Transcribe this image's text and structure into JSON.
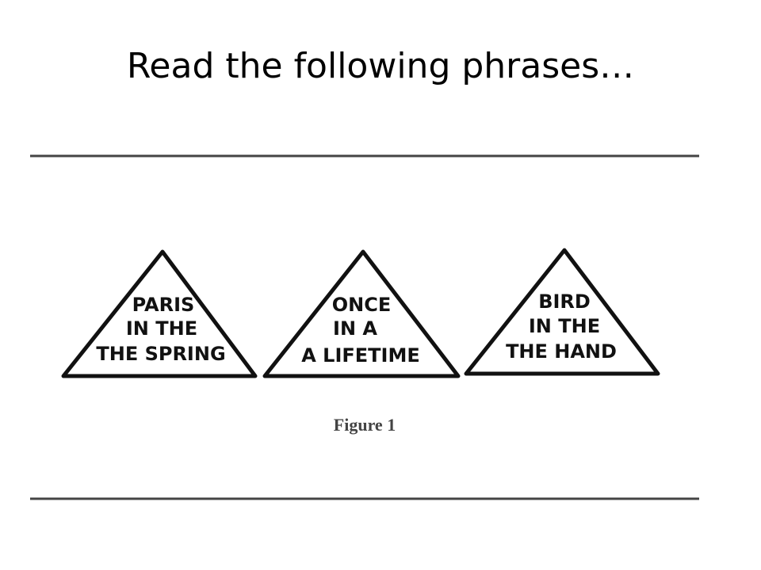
{
  "slide": {
    "title": "Read the following phrases…"
  },
  "figure": {
    "triangles": [
      {
        "lines": [
          "PARIS",
          "IN THE",
          "THE SPRING"
        ]
      },
      {
        "lines": [
          "ONCE",
          "IN A",
          "A LIFETIME"
        ]
      },
      {
        "lines": [
          "BIRD",
          "IN THE",
          "THE HAND"
        ]
      }
    ],
    "caption": "Figure 1"
  }
}
